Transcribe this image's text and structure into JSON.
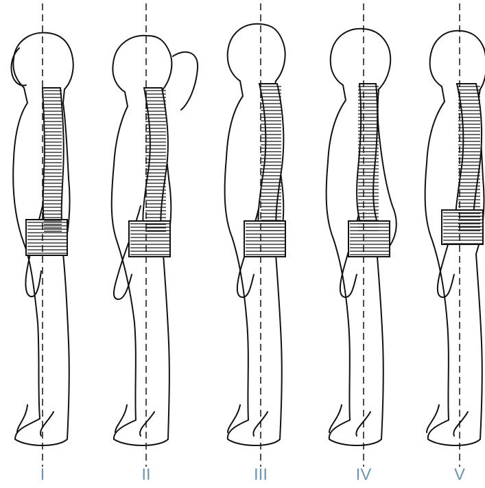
{
  "figures": [
    {
      "label": "I"
    },
    {
      "label": "II"
    },
    {
      "label": "III"
    },
    {
      "label": "IV"
    },
    {
      "label": "V"
    }
  ],
  "colors": {
    "line": "#111111",
    "label": "#6f95ad",
    "background": "#ffffff"
  }
}
